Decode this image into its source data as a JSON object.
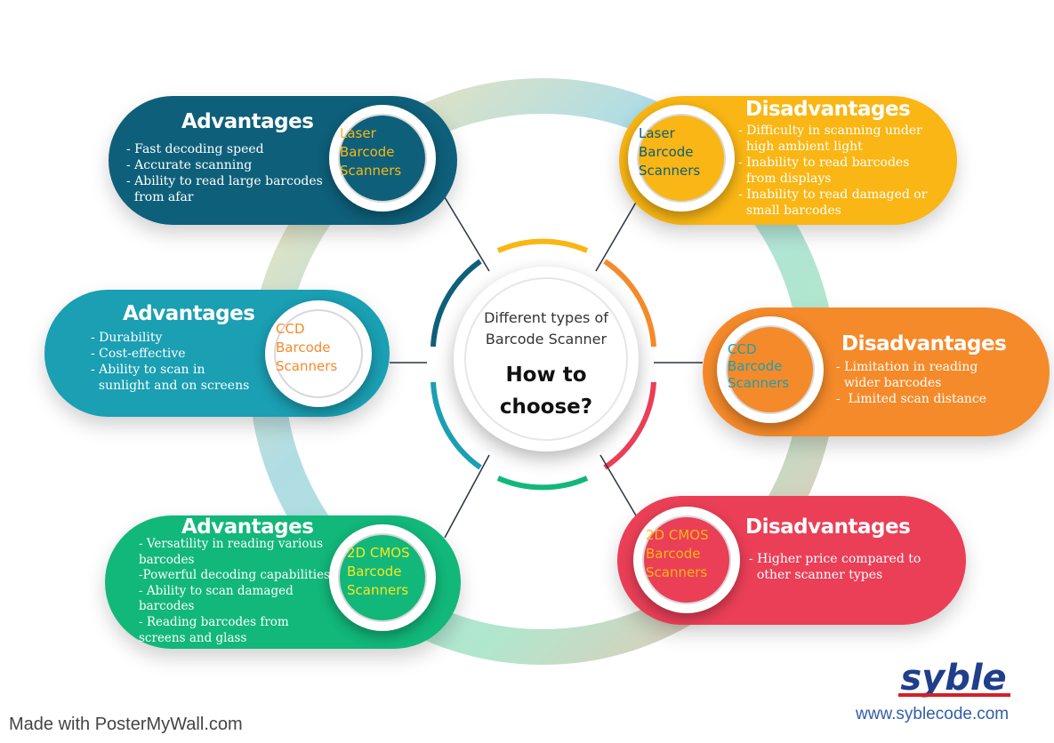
{
  "center": {
    "subtitle_lines": [
      "Different types of",
      "Barcode Scanner"
    ],
    "title_lines": [
      "How to",
      "choose?"
    ]
  },
  "scanners": [
    {
      "name_lines": [
        "Laser",
        "Barcode",
        "Scanners"
      ],
      "advantages": {
        "title": "Advantages",
        "items": [
          "- Fast decoding speed",
          "- Accurate scanning",
          "- Ability to read large barcodes",
          "  from afar"
        ]
      },
      "disadvantages": {
        "name_lines": [
          "Laser",
          "Barcode",
          "Scanners"
        ],
        "title": "Disadvantages",
        "items": [
          "- Difficulty in scanning under",
          "  high ambient light",
          "- Inability to read barcodes",
          "  from displays",
          "- Inability to read damaged or",
          "  small barcodes"
        ]
      }
    },
    {
      "name_lines": [
        "CCD",
        "Barcode",
        "Scanners"
      ],
      "advantages": {
        "title": "Advantages",
        "items": [
          "- Durability",
          "- Cost-effective",
          "- Ability to scan in",
          "  sunlight and on screens"
        ]
      },
      "disadvantages": {
        "name_lines": [
          "CCD",
          "Barcode",
          "Scanners"
        ],
        "title": "Disadvantages",
        "items": [
          "- Limitation in reading",
          "  wider barcodes",
          "-  Limited scan distance"
        ]
      }
    },
    {
      "name_lines": [
        "2D CMOS",
        "Barcode",
        "Scanners"
      ],
      "advantages": {
        "title": "Advantages",
        "items": [
          "- Versatility in reading various",
          "barcodes",
          "-Powerful decoding capabilities",
          "- Ability to scan damaged",
          "barcodes",
          "- Reading barcodes from",
          "screens and glass"
        ]
      },
      "disadvantages": {
        "name_lines": [
          "2D CMOS",
          "Barcode",
          "Scanners"
        ],
        "title": "Disadvantages",
        "items": [
          "- Higher price compared to",
          "  other scanner types"
        ]
      }
    }
  ],
  "colors": {
    "laser_adv": "#0e5f7a",
    "laser_dis": "#f9b614",
    "ccd_adv": "#1a9fb3",
    "ccd_dis": "#f58a2a",
    "cmos_adv": "#12b77a",
    "cmos_dis": "#ea3f57",
    "ring_top": "#fde3a6",
    "ring_left": "#9fd2dc",
    "ring_bottom": "#a7e3c8",
    "ring_right": "#f8b6a2"
  },
  "footer": {
    "made_with": "Made with PosterMyWall.com",
    "logo_text": "syble",
    "website": "www.syblecode.com"
  }
}
